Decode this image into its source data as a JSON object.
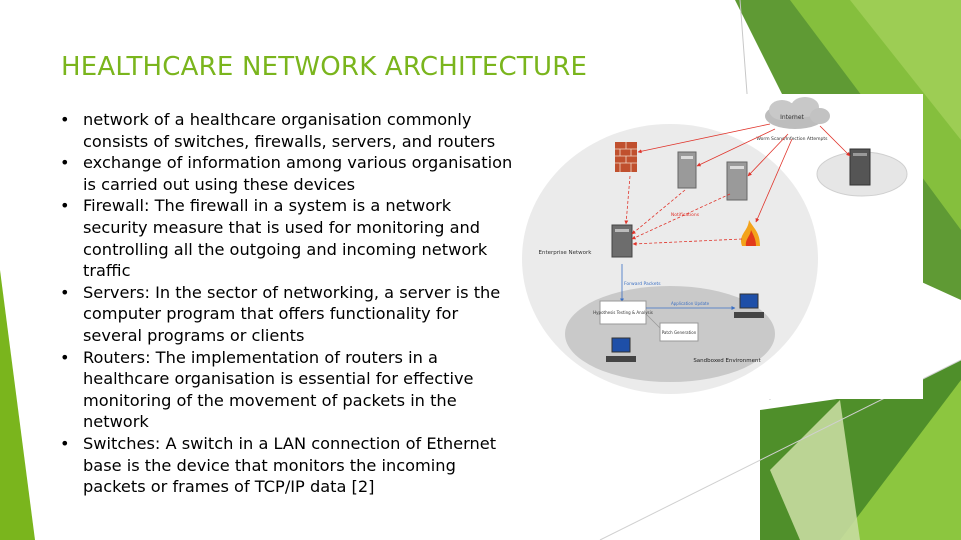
{
  "slide": {
    "title": "HEALTHCARE NETWORK ARCHITECTURE",
    "bullet_glyph": "•",
    "bullets": [
      "network of a healthcare organisation commonly consists of switches, firewalls, servers, and routers",
      "exchange of information among various organisation is carried out using these devices",
      "Firewall: The firewall in a system is a network security measure that is used for monitoring and controlling all the outgoing and incoming network traffic",
      "Servers: In the sector of networking, a server is the computer program that offers functionality for several programs or clients",
      "Routers:  The implementation of routers in a healthcare organisation is essential for effective monitoring of the movement of packets in the network",
      "Switches: A switch in a LAN connection of Ethernet base is the device that monitors the incoming packets or frames of TCP/IP data [2]"
    ]
  },
  "diagram": {
    "internet": "Internet",
    "worm_note": "Worm Scans/Infection Attempts",
    "enterprise": "Enterprise Network",
    "sandboxed": "Sandboxed Environment",
    "forward_packets": "Forward Packets",
    "notifications": "Notifications",
    "hypothesis": "Hypothesis Testing & Analysis",
    "patch": "Patch Generation",
    "app_update": "Application Update",
    "colors": {
      "accent_green": "#7ab51d",
      "arrow_red": "#e0342b",
      "arrow_blue": "#3a6fc4"
    }
  }
}
